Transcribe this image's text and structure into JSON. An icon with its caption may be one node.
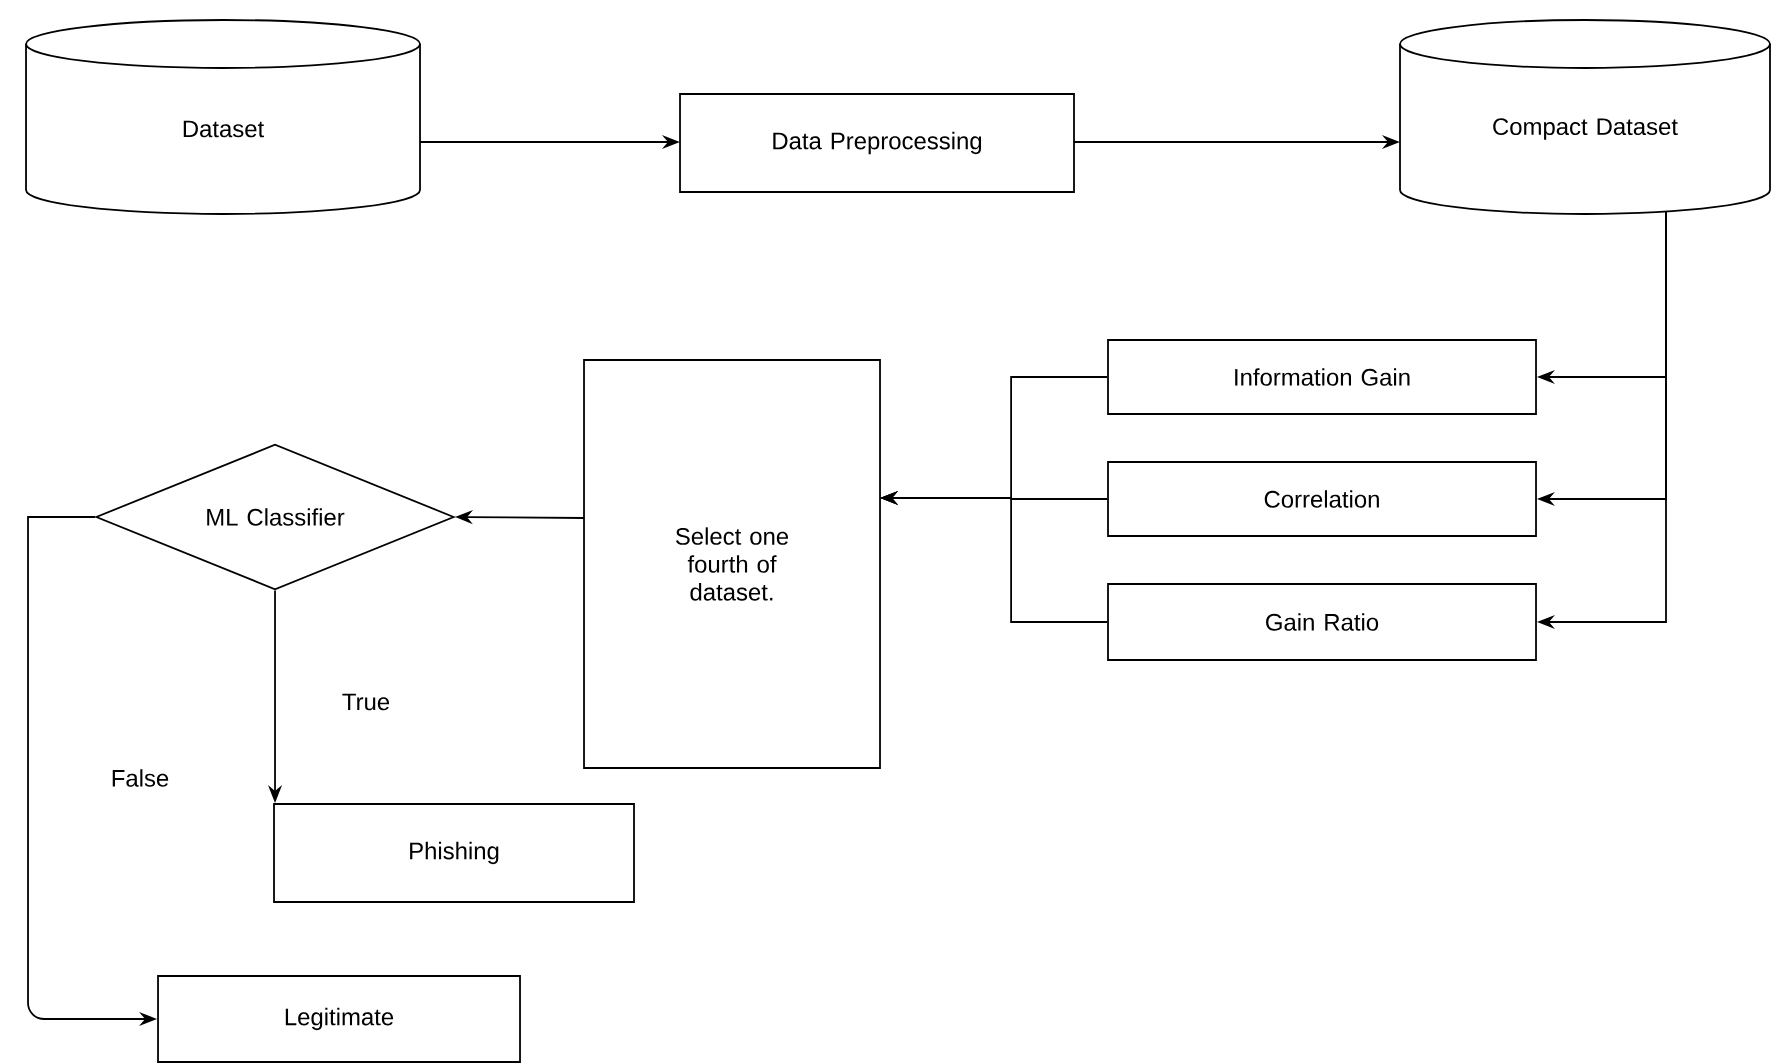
{
  "diagram": {
    "nodes": [
      {
        "text": [
          "Dataset"
        ]
      },
      {
        "text": [
          "Data Preprocessing"
        ]
      },
      {
        "text": [
          "Compact Dataset"
        ]
      },
      {
        "text": [
          "Information Gain"
        ]
      },
      {
        "text": [
          "Correlation"
        ]
      },
      {
        "text": [
          "Gain Ratio"
        ]
      },
      {
        "text": [
          "Select one fourth of dataset."
        ]
      },
      {
        "text": [
          "ML Classifier"
        ]
      },
      {
        "text": [
          "Phishing"
        ]
      },
      {
        "text": [
          "Legitimate"
        ]
      }
    ],
    "edges": [
      {
        "from": 0,
        "to": 1,
        "arrow": "to"
      },
      {
        "from": 1,
        "to": 2,
        "arrow": "to"
      },
      {
        "from": 2,
        "to": 3,
        "arrow": "to"
      },
      {
        "from": 2,
        "to": 4,
        "arrow": "to"
      },
      {
        "from": 2,
        "to": 5,
        "arrow": "to"
      },
      {
        "from": 3,
        "to": 6,
        "arrow": "to"
      },
      {
        "from": 4,
        "to": 6,
        "arrow": "to"
      },
      {
        "from": 5,
        "to": 6,
        "arrow": "to"
      },
      {
        "from": 6,
        "to": 7,
        "arrow": "to"
      },
      {
        "from": 7,
        "to": 8,
        "arrow": "to",
        "label": "True"
      },
      {
        "from": 7,
        "to": 9,
        "arrow": "to",
        "label": "False"
      }
    ]
  }
}
